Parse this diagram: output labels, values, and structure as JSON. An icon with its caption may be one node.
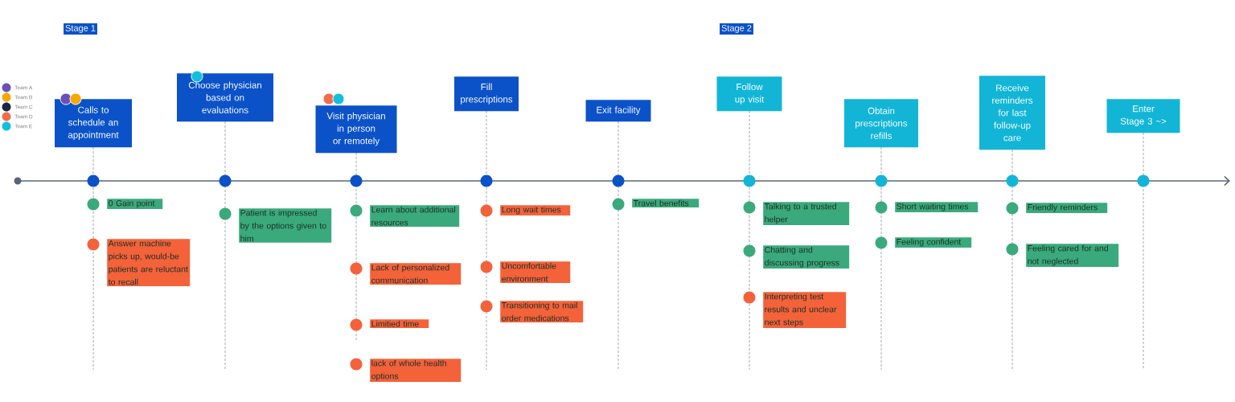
{
  "diagram": {
    "nodes": [
      {
        "text": [
          "Calls to schedule an appointment"
        ]
      },
      {
        "text": [
          "Choose physician based on evaluations"
        ]
      },
      {
        "text": [
          "Visit physician in person or remotely"
        ]
      },
      {
        "text": [
          "Fill prescriptions"
        ]
      },
      {
        "text": [
          "Exit facility"
        ]
      },
      {
        "text": [
          "Follow up visit"
        ]
      },
      {
        "text": [
          "Obtain prescriptions refills"
        ]
      },
      {
        "text": [
          "Receive reminders for last follow-up care"
        ]
      },
      {
        "text": [
          "Enter Stage 3 ~>"
        ]
      },
      {
        "text": [
          "0 Gain point"
        ]
      },
      {
        "text": [
          "Answer machine picks up, would-be patients are reluctant to recall"
        ]
      },
      {
        "text": [
          "Patient is impressed by the options given to him"
        ]
      },
      {
        "text": [
          "Learn about additional resources"
        ]
      },
      {
        "text": [
          "Lack of personalized communication"
        ]
      },
      {
        "text": [
          "Limitied time"
        ]
      },
      {
        "text": [
          "lack of whole health options"
        ]
      },
      {
        "text": [
          "Long wait times"
        ]
      },
      {
        "text": [
          "Uncomfortable environment"
        ]
      },
      {
        "text": [
          "Transitioning to mail order medications"
        ]
      },
      {
        "text": [
          "Travel benefits"
        ]
      },
      {
        "text": [
          "Talking to a trusted helper"
        ]
      },
      {
        "text": [
          "Chatting and discussing progress"
        ]
      },
      {
        "text": [
          "Interpreting test results and unclear next steps"
        ]
      },
      {
        "text": [
          "Short waiting times"
        ]
      },
      {
        "text": [
          "Feeling confident"
        ]
      },
      {
        "text": [
          "Friendly reminders"
        ]
      },
      {
        "text": [
          "Feeling cared for and not neglected"
        ]
      }
    ],
    "labels": [
      "Stage 1",
      "Stage 2"
    ],
    "legend": [
      {
        "text": "Team A",
        "color": "#6b4fbb"
      },
      {
        "text": "Team B",
        "color": "#f5a800"
      },
      {
        "text": "Team C",
        "color": "#1c2541"
      },
      {
        "text": "Team D",
        "color": "#f26b4f"
      },
      {
        "text": "Team E",
        "color": "#12bfdc"
      }
    ]
  }
}
